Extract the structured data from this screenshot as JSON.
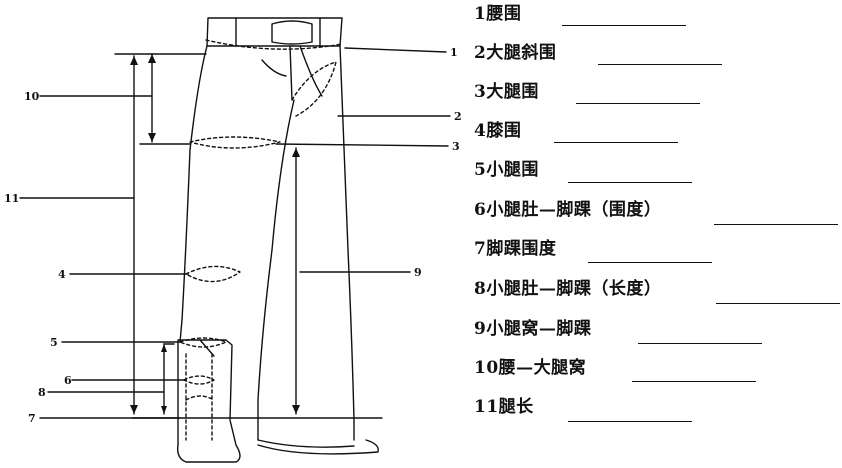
{
  "callouts": [
    "1",
    "2",
    "3",
    "4",
    "5",
    "6",
    "7",
    "8",
    "9",
    "10",
    "11"
  ],
  "items": [
    {
      "label": "1腰围"
    },
    {
      "label": "2大腿斜围"
    },
    {
      "label": "3大腿围"
    },
    {
      "label": "4膝围"
    },
    {
      "label": "5小腿围"
    },
    {
      "label": "6小腿肚—脚踝（围度）"
    },
    {
      "label": "7脚踝围度"
    },
    {
      "label": "8小腿肚—脚踝（长度）"
    },
    {
      "label": "9小腿窝—脚踝"
    },
    {
      "label": "10腰—大腿窝"
    },
    {
      "label": "11腿长"
    }
  ]
}
